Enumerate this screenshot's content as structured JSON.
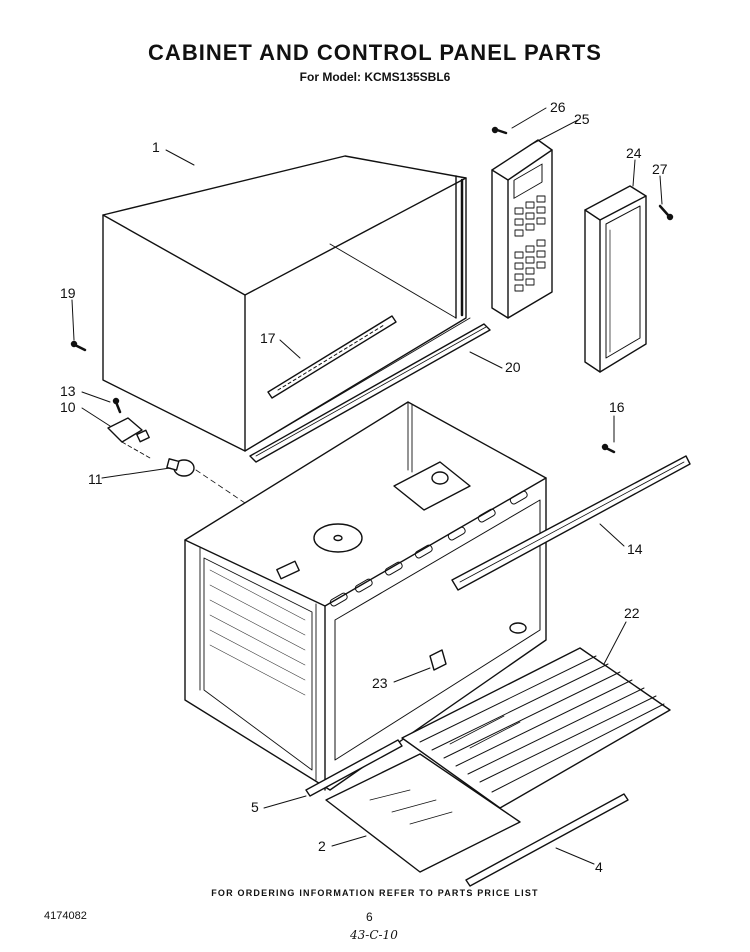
{
  "header": {
    "title": "CABINET AND CONTROL PANEL PARTS",
    "subtitle": "For Model: KCMS135SBL6"
  },
  "callouts": [
    {
      "id": "1",
      "label": "1"
    },
    {
      "id": "2",
      "label": "2"
    },
    {
      "id": "4",
      "label": "4"
    },
    {
      "id": "5",
      "label": "5"
    },
    {
      "id": "10",
      "label": "10"
    },
    {
      "id": "11",
      "label": "11"
    },
    {
      "id": "13",
      "label": "13"
    },
    {
      "id": "14",
      "label": "14"
    },
    {
      "id": "16",
      "label": "16"
    },
    {
      "id": "17",
      "label": "17"
    },
    {
      "id": "19",
      "label": "19"
    },
    {
      "id": "20",
      "label": "20"
    },
    {
      "id": "22",
      "label": "22"
    },
    {
      "id": "23",
      "label": "23"
    },
    {
      "id": "24",
      "label": "24"
    },
    {
      "id": "25",
      "label": "25"
    },
    {
      "id": "26",
      "label": "26"
    },
    {
      "id": "27",
      "label": "27"
    }
  ],
  "footer": {
    "ordering_note": "FOR ORDERING INFORMATION REFER TO PARTS PRICE LIST",
    "doc_number": "4174082",
    "page_number": "6",
    "handwritten_note": "43-C-10"
  }
}
